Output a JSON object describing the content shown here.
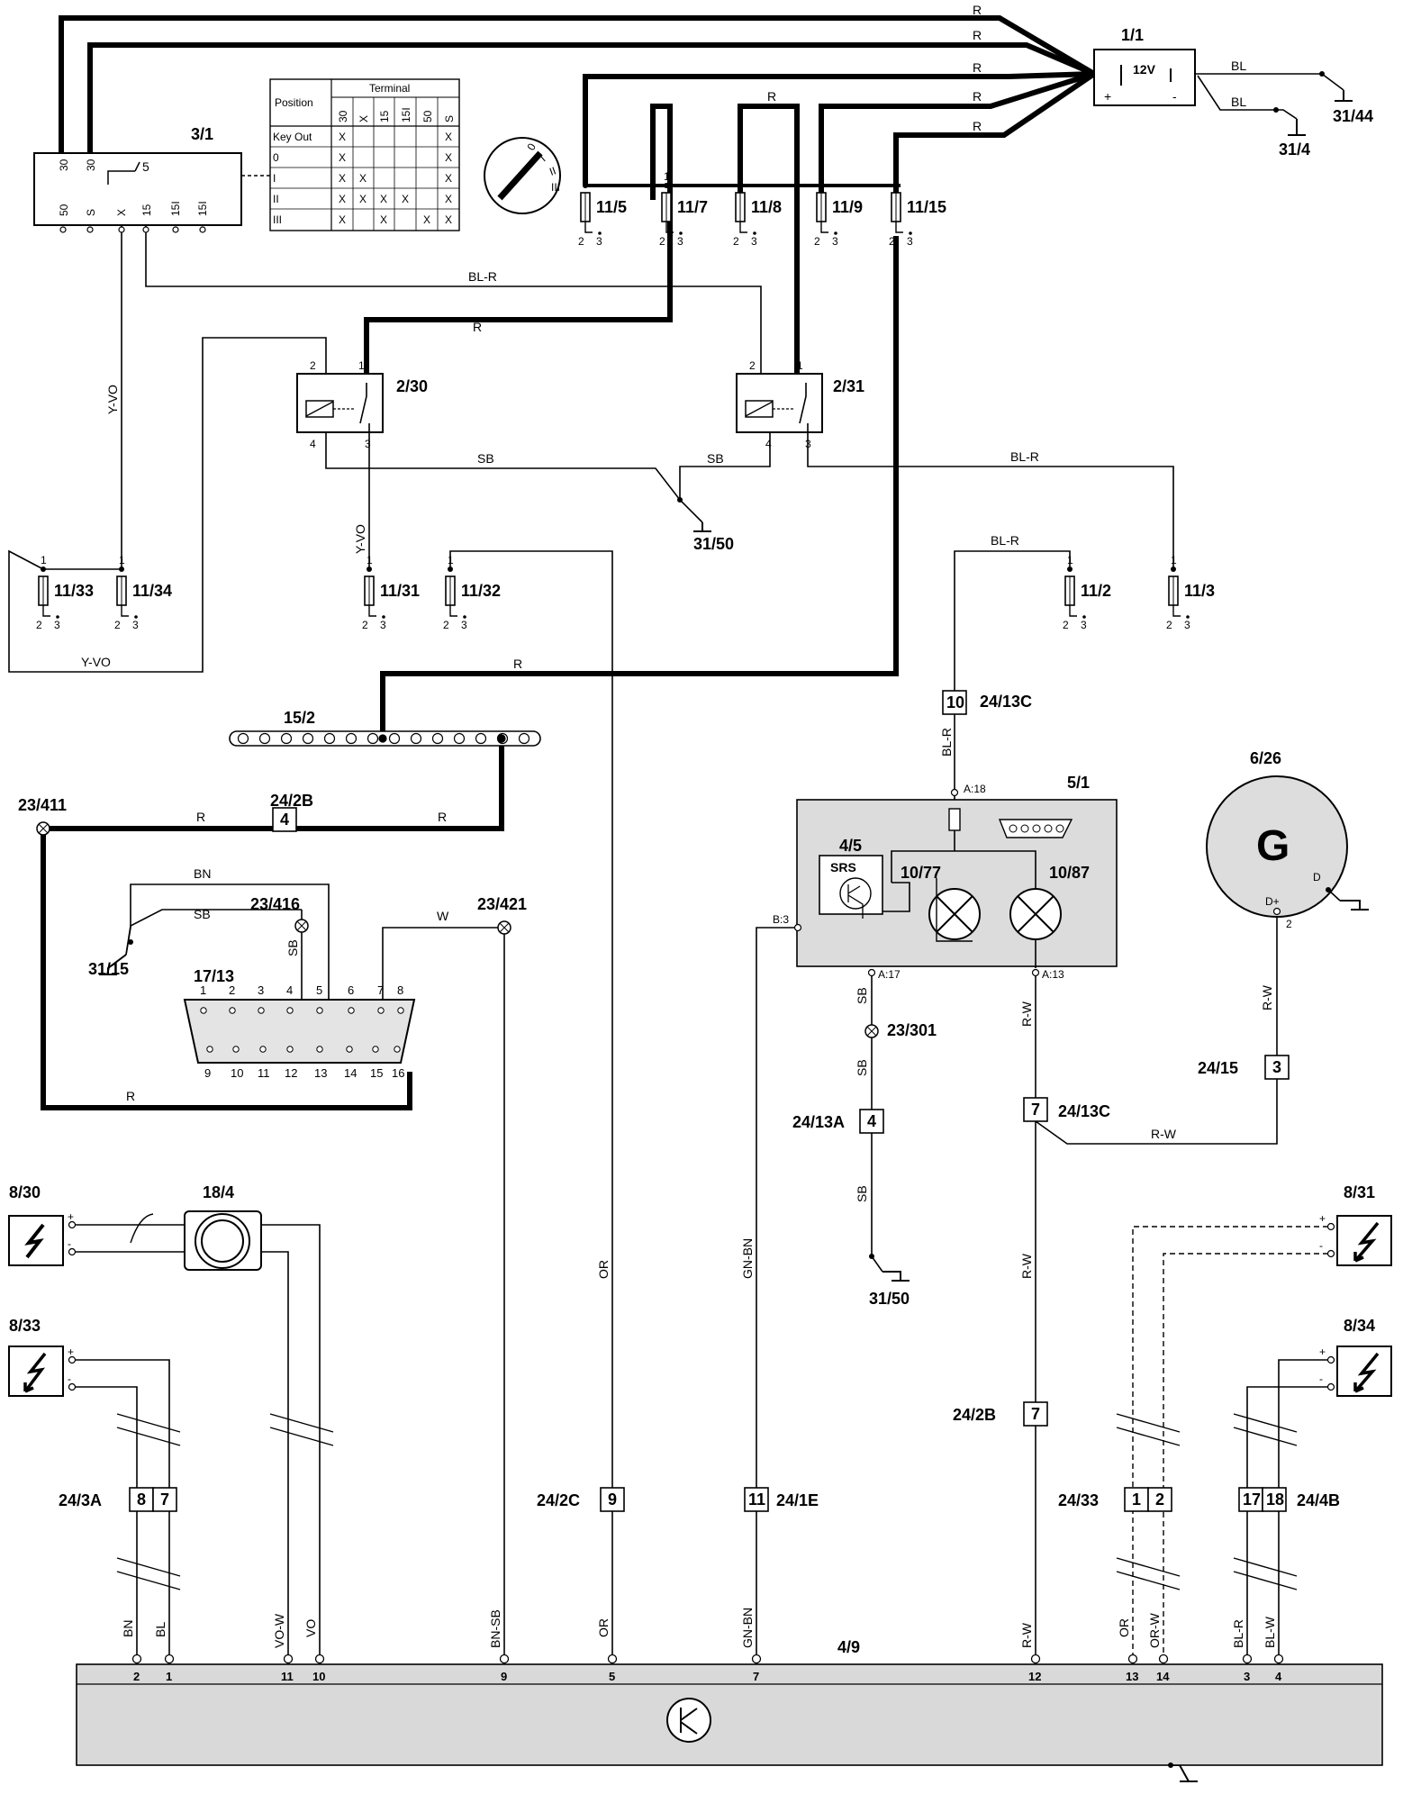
{
  "diagram": {
    "colors": {
      "wire": "#000000",
      "ecu_fill": "#d9d9d9",
      "module_fill": "#dcdcdc",
      "background": "#ffffff"
    },
    "battery": {
      "id": "1/1",
      "voltage": "12V",
      "plus": "+",
      "minus": "-",
      "grounds": [
        "31/44",
        "31/4"
      ]
    },
    "ignition_switch": {
      "id": "3/1",
      "terminals_top": [
        "30",
        "30"
      ],
      "terminals_bottom": [
        "50",
        "S",
        "X",
        "15",
        "15I",
        "15I"
      ],
      "inner_label": "5",
      "table": {
        "header_position": "Position",
        "header_terminal": "Terminal",
        "columns": [
          "30",
          "X",
          "15",
          "15I",
          "50",
          "S"
        ],
        "rows": [
          {
            "label": "Key Out",
            "marks": [
              "X",
              "",
              "",
              "",
              "",
              "X"
            ]
          },
          {
            "label": "0",
            "marks": [
              "X",
              "",
              "",
              "",
              "",
              "X"
            ]
          },
          {
            "label": "I",
            "marks": [
              "X",
              "X",
              "",
              "",
              "",
              "X"
            ]
          },
          {
            "label": "II",
            "marks": [
              "X",
              "X",
              "X",
              "X",
              "",
              "X"
            ]
          },
          {
            "label": "III",
            "marks": [
              "X",
              "",
              "X",
              "",
              "X",
              "X"
            ]
          }
        ],
        "key_positions": [
          "0",
          "I",
          "II",
          "III"
        ]
      }
    },
    "fuses_top": [
      "11/5",
      "11/7",
      "11/8",
      "11/9",
      "11/15"
    ],
    "fuses_mid": [
      "11/33",
      "11/34",
      "11/31",
      "11/32",
      "11/2",
      "11/3"
    ],
    "fuse_pins": {
      "p1": "1",
      "p2": "2",
      "p3": "3"
    },
    "relays": [
      {
        "id": "2/30",
        "pins": [
          "2",
          "1",
          "4",
          "3"
        ]
      },
      {
        "id": "2/31",
        "pins": [
          "2",
          "1",
          "4",
          "3"
        ]
      }
    ],
    "grounds_mid": [
      "31/50",
      "31/15",
      "31/50"
    ],
    "wire_colors": {
      "r": "R",
      "bl": "BL",
      "bl_r": "BL-R",
      "sb": "SB",
      "y_vo": "Y-VO",
      "bn": "BN",
      "w": "W",
      "or": "OR",
      "gn_bn": "GN-BN",
      "r_w": "R-W",
      "vo_w": "VO-W",
      "vo": "VO",
      "bn_sb": "BN-SB",
      "or_w": "OR-W",
      "bl_w": "BL-W"
    },
    "splices": [
      "15/2",
      "23/411",
      "23/416",
      "23/421",
      "23/301"
    ],
    "connectors": [
      {
        "id": "24/2B",
        "pin": "4"
      },
      {
        "id": "24/13C",
        "pin": "10"
      },
      {
        "id": "24/13A",
        "pin": "4"
      },
      {
        "id": "24/13C",
        "pin": "7"
      },
      {
        "id": "24/15",
        "pin": "3"
      },
      {
        "id": "24/2B",
        "pin": "7"
      },
      {
        "id": "24/3A",
        "pins": [
          "8",
          "7"
        ]
      },
      {
        "id": "24/2C",
        "pin": "9"
      },
      {
        "id": "24/1E",
        "pin": "11"
      },
      {
        "id": "24/33",
        "pins": [
          "1",
          "2"
        ]
      },
      {
        "id": "24/4B",
        "pins": [
          "17",
          "18"
        ]
      }
    ],
    "diag_connector": {
      "id": "17/13",
      "pins_top": [
        "1",
        "2",
        "3",
        "4",
        "5",
        "6",
        "7",
        "8"
      ],
      "pins_bottom": [
        "9",
        "10",
        "11",
        "12",
        "13",
        "14",
        "15",
        "16"
      ]
    },
    "instrument_cluster": {
      "id": "5/1",
      "srs_module": "4/5",
      "srs_label": "SRS",
      "lamps": [
        "10/77",
        "10/87"
      ],
      "pins": [
        "A:18",
        "B:3",
        "A:17",
        "A:13"
      ]
    },
    "generator": {
      "id": "6/26",
      "symbol": "G",
      "pins": [
        "D+",
        "D",
        "2"
      ]
    },
    "sensors": [
      {
        "id": "8/30"
      },
      {
        "id": "8/31"
      },
      {
        "id": "8/33"
      },
      {
        "id": "8/34"
      }
    ],
    "sensor_polarity": {
      "plus": "+",
      "minus": "-"
    },
    "speedometer_sensor": "18/4",
    "control_module": {
      "id": "4/9",
      "pins": [
        "2",
        "1",
        "11",
        "10",
        "9",
        "5",
        "7",
        "12",
        "13",
        "14",
        "3",
        "4"
      ]
    }
  }
}
